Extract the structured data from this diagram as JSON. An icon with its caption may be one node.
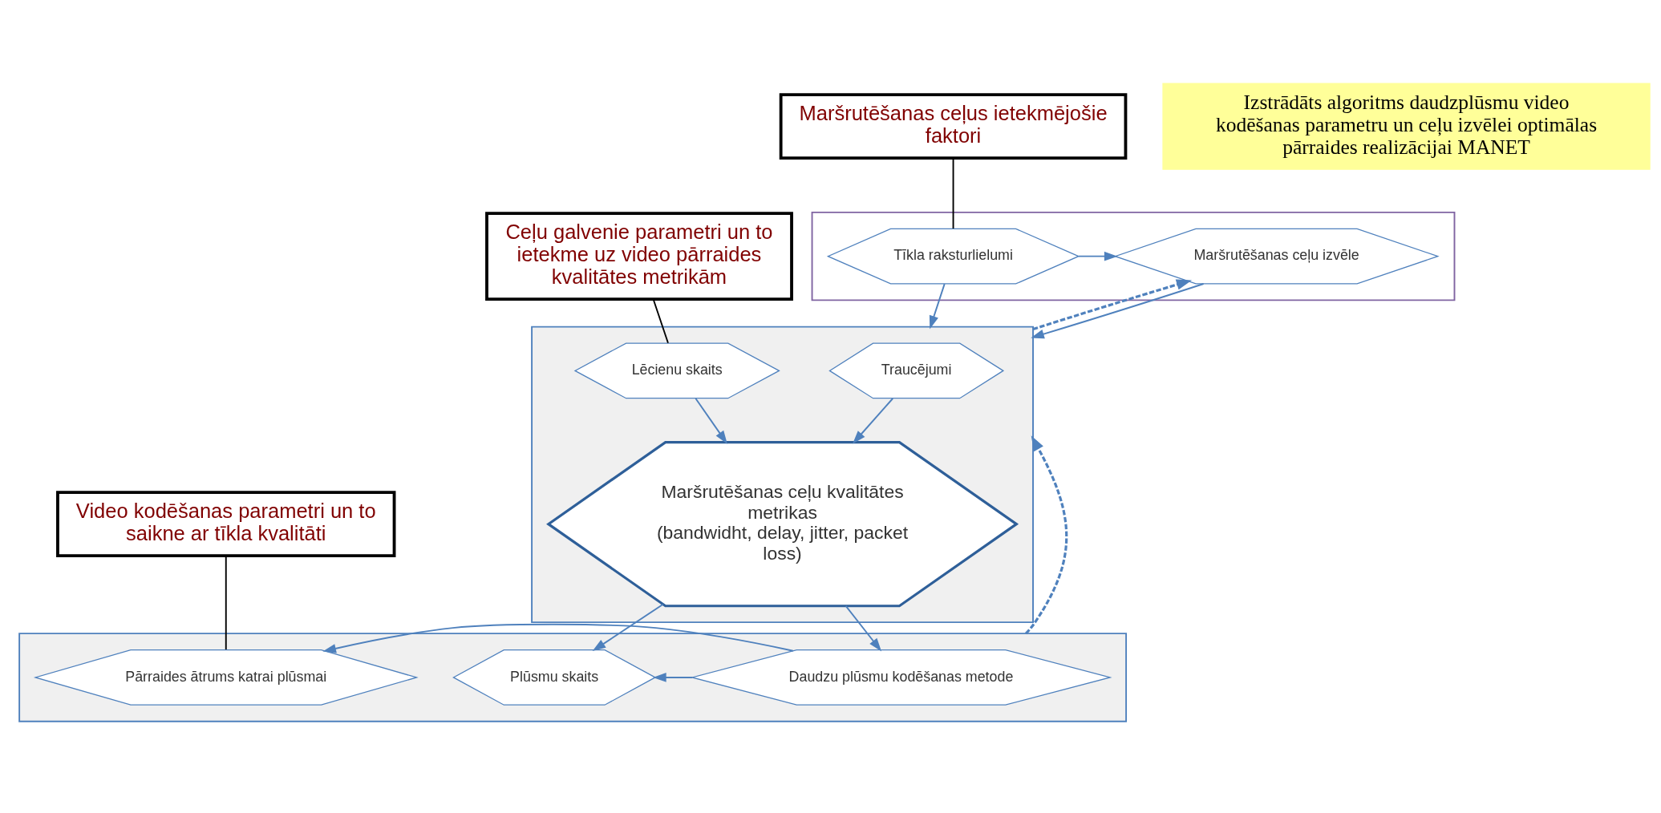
{
  "diagram": {
    "nodes": [
      {
        "text": [],
        "shape": "box"
      },
      {
        "text": [
          "Maršrutēšanas ceļu izvēle"
        ],
        "in": 0
      },
      {
        "text": [
          "Tīkla raksturlielumi"
        ],
        "in": 0
      },
      {
        "text": [],
        "shape": "box"
      },
      {
        "text": [
          "Traucējumi"
        ],
        "in": 3
      },
      {
        "text": [
          "Lēcienu skaits"
        ],
        "in": 3
      },
      {
        "text": [
          "Maršrutēšanas ceļu kvalitātes metrikas",
          "(bandwidht, delay, jitter, packet loss)"
        ],
        "in": 3
      },
      {
        "text": [],
        "shape": "box"
      },
      {
        "text": [
          "Daudzu plūsmu kodēšanas metode"
        ],
        "in": 7
      },
      {
        "text": [
          "Plūsmu skaits"
        ],
        "in": 7
      },
      {
        "text": [
          "Pārraides ātrums katrai plūsmai"
        ],
        "in": 7
      },
      {
        "text": [
          "Izstrādāts algoritms daudzplūsmu video kodēšanas parametru un ceļu izvēlei optimālas pārraides realizācijai MANET"
        ]
      },
      {
        "text": [
          "Maršrutēšanas ceļus ietekmējošie faktori"
        ]
      },
      {
        "text": [
          "Ceļu galvenie parametri un to ietekme uz video pārraides kvalitātes metrikām"
        ]
      },
      {
        "text": [
          "Video kodēšanas parametri un to saikne ar tīkla kvalitāti"
        ]
      }
    ],
    "edges": [
      {
        "from": 2,
        "to": 1,
        "arrow": "to"
      },
      {
        "from": 1,
        "to": 3,
        "arrow": "to"
      },
      {
        "from": 2,
        "to": 3,
        "arrow": "to"
      },
      {
        "from": 4,
        "to": 6,
        "arrow": "to"
      },
      {
        "from": 5,
        "to": 6,
        "arrow": "to"
      },
      {
        "from": 3,
        "to": 1,
        "arrow": "to",
        "style": "dashed"
      },
      {
        "from": 6,
        "to": 8,
        "arrow": "to"
      },
      {
        "from": 6,
        "to": 9,
        "arrow": "to"
      },
      {
        "from": 8,
        "to": 9,
        "arrow": "to"
      },
      {
        "from": 8,
        "to": 10,
        "arrow": "to"
      },
      {
        "from": 7,
        "to": 3,
        "arrow": "to",
        "style": "dashed"
      },
      {
        "from": 12,
        "to": 2,
        "arrow": "none",
        "color": "#000000"
      },
      {
        "from": 13,
        "to": 5,
        "arrow": "none",
        "color": "#000000"
      },
      {
        "from": 14,
        "to": 10,
        "arrow": "none",
        "color": "#000000"
      }
    ]
  }
}
